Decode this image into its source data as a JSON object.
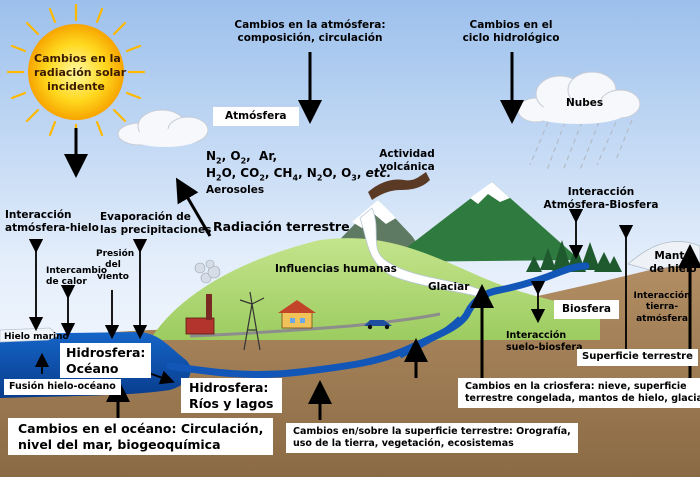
{
  "sun_label": [
    "Cambios en la",
    "radiación solar",
    "incidente"
  ],
  "atmosphere_changes": [
    "Cambios en la atmósfera:",
    "composición, circulación"
  ],
  "hydro_changes": [
    "Cambios en el",
    "ciclo hidrológico"
  ],
  "clouds_label": "Nubes",
  "atmosphere_label": "Atmósfera",
  "gases": {
    "line1": "N2, O2,  Ar,",
    "line2": "H2O, CO2, CH4, N2O, O3, etc.",
    "line3": "Aerosoles"
  },
  "volcanic_label": [
    "Actividad",
    "volcánica"
  ],
  "terrestrial_radiation": "Radiación terrestre",
  "atm_bio_interaction": [
    "Interacción",
    "Atmósfera-Biosfera"
  ],
  "atm_ice_interaction": [
    "Interacción",
    "atmósfera-hielo"
  ],
  "precip_evap": [
    "Evaporación de",
    "las precipitaciones"
  ],
  "heat_exchange": [
    "Intercambio",
    "de calor"
  ],
  "wind_pressure": [
    "Presión",
    "del",
    "viento"
  ],
  "human_influences": "Influencias humanas",
  "glacier_label": "Glaciar",
  "ice_sheet_label": [
    "Manto",
    "de hielo"
  ],
  "land_atm_interaction": [
    "Interacción",
    "tierra-",
    "atmósfera"
  ],
  "biosphere_label": "Biosfera",
  "soil_bio_interaction": [
    "Interacción",
    "suelo-biosfera"
  ],
  "land_surface_label": "Superficie terrestre",
  "sea_ice_label": "Hielo marino",
  "hydrosphere_ocean": [
    "Hidrosfera:",
    "Océano"
  ],
  "ice_ocean_coupling": "Fusión hielo-océano",
  "hydrosphere_rivers": [
    "Hidrosfera:",
    "Ríos y lagos"
  ],
  "ocean_changes": [
    "Cambios en el océano: Circulación,",
    "nivel del mar, biogeoquímica"
  ],
  "surface_changes": [
    "Cambios en/sobre la superficie terrestre: Orografía,",
    "uso de la tierra, vegetación, ecosistemas"
  ],
  "cryosphere_changes": [
    "Cambios en la criosfera: nieve, superficie",
    "terrestre congelada, mantos de hielo, glaciares"
  ],
  "colors": {
    "sky_top": "#aac8ee",
    "sky_bottom": "#ffffff",
    "ocean": "#0a4fb0",
    "hill": "#a9d66e",
    "mountain_green": "#2f7a3e",
    "soil": "#a8855f",
    "sun": "#ffd21a"
  }
}
